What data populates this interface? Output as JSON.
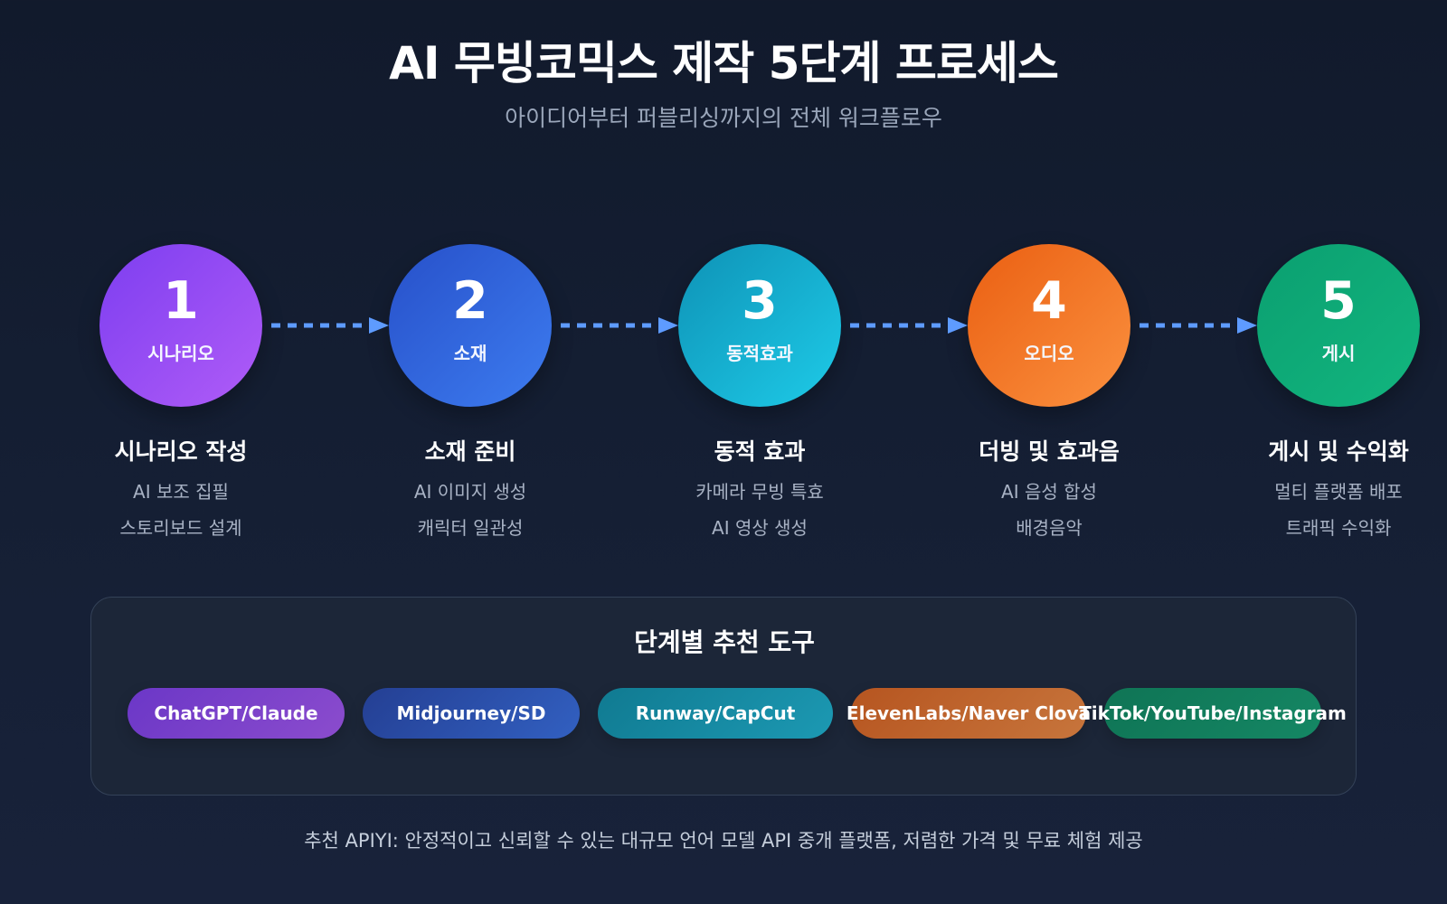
{
  "header": {
    "title": "AI 무빙코믹스 제작 5단계 프로세스",
    "subtitle": "아이디어부터 퍼블리싱까지의 전체 워크플로우"
  },
  "steps": [
    {
      "number": "1",
      "short": "시나리오",
      "title": "시나리오 작성",
      "details": [
        "AI 보조 집필",
        "스토리보드 설계"
      ],
      "color_from": "#7d3ef0",
      "color_to": "#b05cf7"
    },
    {
      "number": "2",
      "short": "소재",
      "title": "소재 준비",
      "details": [
        "AI 이미지 생성",
        "캐릭터 일관성"
      ],
      "color_from": "#2750c9",
      "color_to": "#3d7cf0"
    },
    {
      "number": "3",
      "short": "동적효과",
      "title": "동적 효과",
      "details": [
        "카메라 무빙 특효",
        "AI 영상 생성"
      ],
      "color_from": "#0e92b6",
      "color_to": "#1ecbe8"
    },
    {
      "number": "4",
      "short": "오디오",
      "title": "더빙 및 효과음",
      "details": [
        "AI 음성 합성",
        "배경음악"
      ],
      "color_from": "#ea5f12",
      "color_to": "#fb913f"
    },
    {
      "number": "5",
      "short": "게시",
      "title": "게시 및 수익화",
      "details": [
        "멀티 플랫폼 배포",
        "트래픽 수익화"
      ],
      "color_from": "#0b9f70",
      "color_to": "#12b67f"
    }
  ],
  "arrows": {
    "color": "#5e9bff"
  },
  "tools": {
    "title": "단계별 추천 도구",
    "items": [
      {
        "label": "ChatGPT/Claude",
        "color_from": "#6b37c7",
        "color_to": "#8b4ccd"
      },
      {
        "label": "Midjourney/SD",
        "color_from": "#243f93",
        "color_to": "#3260c1"
      },
      {
        "label": "Runway/CapCut",
        "color_from": "#107a91",
        "color_to": "#1c99b3"
      },
      {
        "label": "ElevenLabs/Naver Clova",
        "color_from": "#b65520",
        "color_to": "#c7753c"
      },
      {
        "label": "TikTok/YouTube/Instagram",
        "color_from": "#0f7455",
        "color_to": "#158764"
      }
    ]
  },
  "footer": {
    "text": "추천 APIYI: 안정적이고 신뢰할 수 있는 대규모 언어 모델 API 중개 플랫폼, 저렴한 가격 및 무료 체험 제공"
  }
}
